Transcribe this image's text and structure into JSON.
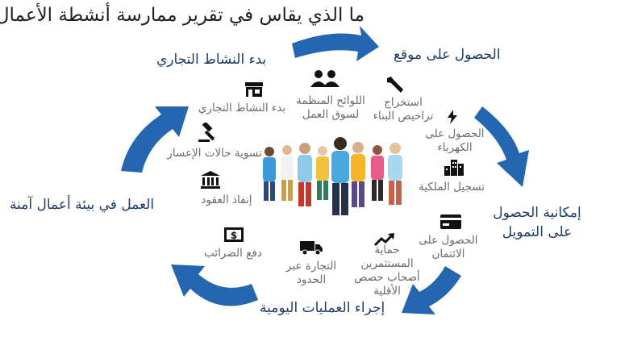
{
  "title": "ما الذي يقاس في تقرير ممارسة أنشطة الأعمال",
  "phases": {
    "start": "بدء النشاط التجاري",
    "location": "الحصول على موقع",
    "financing_line1": "إمكانية الحصول",
    "financing_line2": "على التمويل",
    "operations": "إجراء العمليات اليومية",
    "environment": "العمل في بيئة أعمال آمنة"
  },
  "indicators": {
    "starting_business": "بدء النشاط التجاري",
    "labor_regulation": [
      "اللوائح المنظمة",
      "لسوق العمل"
    ],
    "construction_permits": [
      "استخراج",
      "تراخيص البناء"
    ],
    "electricity": [
      "الحصول على",
      "الكهرباء"
    ],
    "registering_property": "تسجيل الملكية",
    "credit": [
      "الحصول على",
      "الائتمان"
    ],
    "minority_investors": [
      "حماية",
      "المستثمرين",
      "أصحاب حصص",
      "الأقلية"
    ],
    "trading_across_borders": [
      "التجارة عبر",
      "الحدود"
    ],
    "paying_taxes": "دفع الضرائب",
    "enforcing_contracts": "إنفاذ العقود",
    "insolvency": "تسوية حالات الإعسار"
  },
  "icons": {
    "starting_business": "shop-icon",
    "labor_regulation": "people-icon",
    "construction_permits": "wrench-icon",
    "electricity": "lightning-icon",
    "registering_property": "buildings-icon",
    "credit": "credit-card-icon",
    "minority_investors": "trend-up-icon",
    "trading_across_borders": "truck-icon",
    "paying_taxes": "dollar-bill-icon",
    "enforcing_contracts": "courthouse-icon",
    "insolvency": "gavel-icon"
  },
  "colors": {
    "arrow": "#2566b0",
    "phase_text": "#1e3d6b",
    "indicator_text": "#6b6b6b"
  }
}
